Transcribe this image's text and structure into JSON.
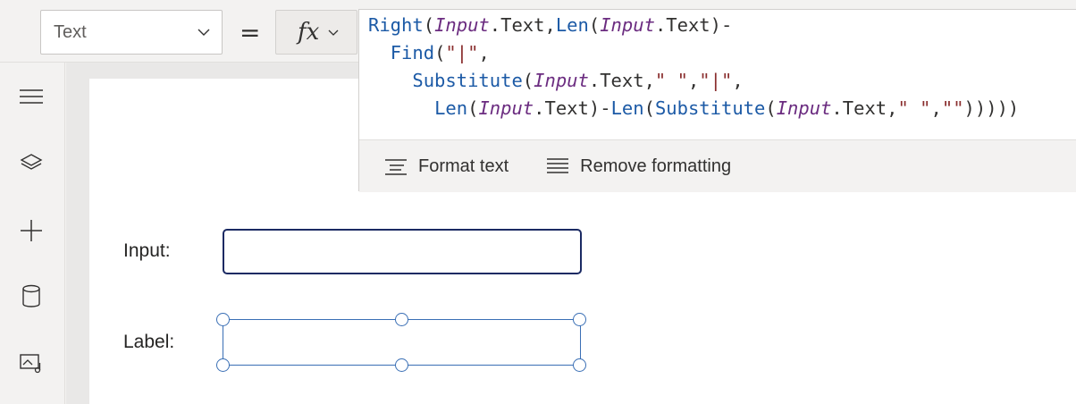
{
  "formula_bar": {
    "property_value": "Text",
    "equals": "=",
    "fx_label": "fx",
    "formula_lines": [
      [
        [
          "kw",
          "Right"
        ],
        [
          "pr",
          "("
        ],
        [
          "id",
          "Input"
        ],
        [
          "pr",
          ".Text,"
        ],
        [
          "kw",
          "Len"
        ],
        [
          "pr",
          "("
        ],
        [
          "id",
          "Input"
        ],
        [
          "pr",
          ".Text)-"
        ]
      ],
      [
        [
          "pr",
          "  "
        ],
        [
          "kw",
          "Find"
        ],
        [
          "pr",
          "("
        ],
        [
          "st",
          "\"|\""
        ],
        [
          "pr",
          ","
        ]
      ],
      [
        [
          "pr",
          "    "
        ],
        [
          "kw",
          "Substitute"
        ],
        [
          "pr",
          "("
        ],
        [
          "id",
          "Input"
        ],
        [
          "pr",
          ".Text,"
        ],
        [
          "st",
          "\" \""
        ],
        [
          "pr",
          ","
        ],
        [
          "st",
          "\"|\""
        ],
        [
          "pr",
          ","
        ]
      ],
      [
        [
          "pr",
          "      "
        ],
        [
          "kw",
          "Len"
        ],
        [
          "pr",
          "("
        ],
        [
          "id",
          "Input"
        ],
        [
          "pr",
          ".Text)-"
        ],
        [
          "kw",
          "Len"
        ],
        [
          "pr",
          "("
        ],
        [
          "kw",
          "Substitute"
        ],
        [
          "pr",
          "("
        ],
        [
          "id",
          "Input"
        ],
        [
          "pr",
          ".Text,"
        ],
        [
          "st",
          "\" \""
        ],
        [
          "pr",
          ","
        ],
        [
          "st",
          "\"\""
        ],
        [
          "pr",
          ")))))"
        ]
      ]
    ],
    "toolbar": {
      "format_text": "Format text",
      "remove_formatting": "Remove formatting"
    }
  },
  "rail_icons": [
    "hamburger-menu-icon",
    "layers-icon",
    "plus-icon",
    "database-icon",
    "media-icon"
  ],
  "canvas": {
    "input_label": "Input:",
    "input_value": "",
    "label_label": "Label:",
    "label_value": ""
  },
  "colors": {
    "keyword": "#1c5aa6",
    "identifier": "#6b2c80",
    "string": "#8a2e2e",
    "selection": "#3a6fb5",
    "input_border": "#1b2a63"
  }
}
